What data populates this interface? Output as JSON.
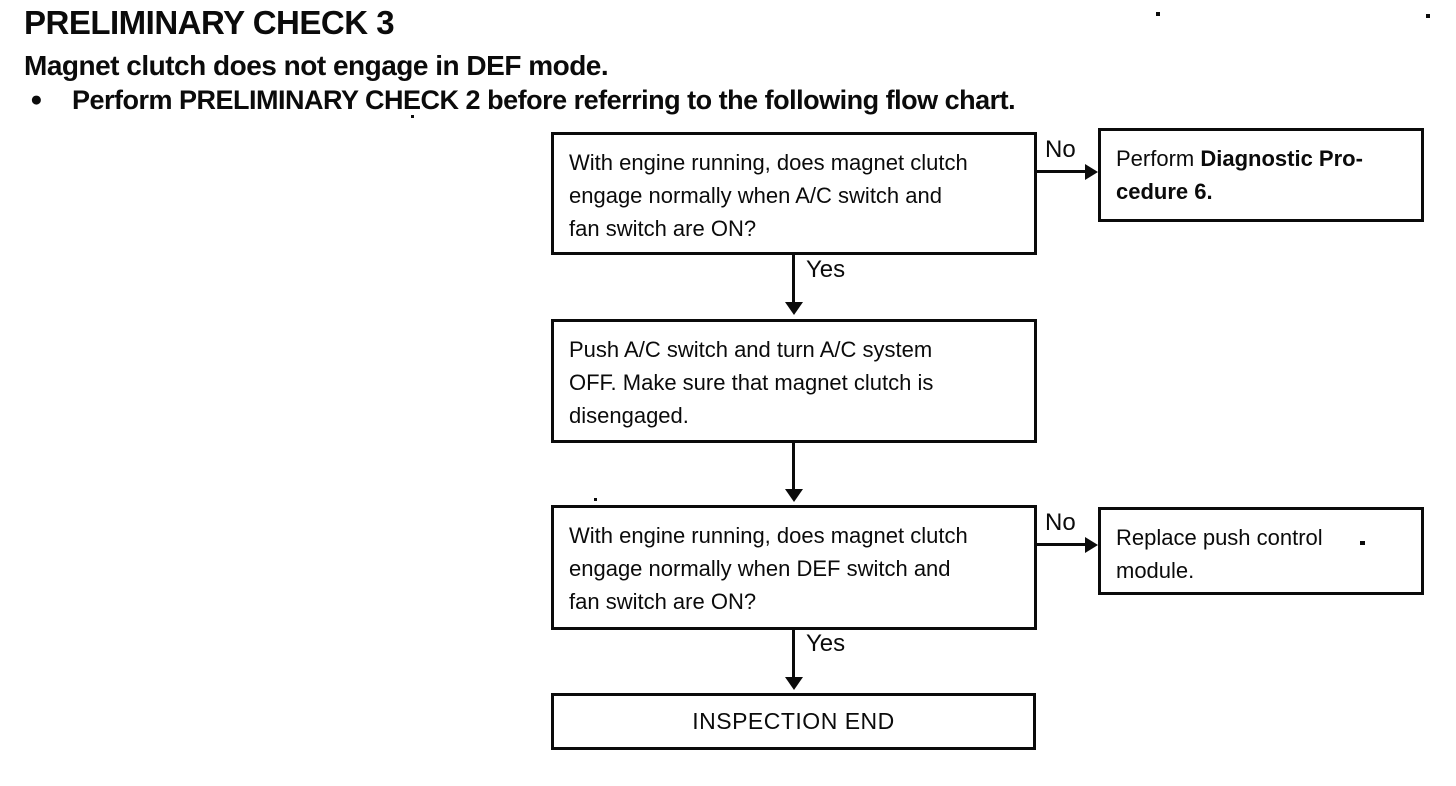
{
  "document": {
    "title": "PRELIMINARY CHECK 3",
    "subtitle": "Magnet clutch does not engage in DEF mode.",
    "bullet_marker": "●",
    "bullet_text": "Perform PRELIMINARY CHECK 2 before referring to the following flow chart."
  },
  "flowchart": {
    "box_q1_lines": [
      "With engine running, does magnet clutch",
      "engage normally when A/C switch and",
      "fan switch are ON?"
    ],
    "label_no_1": "No",
    "box_action1": {
      "prefix": "Perform ",
      "bold_line1": "Diagnostic Pro-",
      "bold_line2": "cedure 6."
    },
    "label_yes_1": "Yes",
    "box_step2_lines": [
      "Push A/C switch and turn A/C system",
      "OFF. Make sure that magnet clutch is",
      "disengaged."
    ],
    "box_q2_lines": [
      "With engine running, does magnet clutch",
      "engage normally when DEF switch and",
      "fan switch are ON?"
    ],
    "label_no_2": "No",
    "box_action2_lines": [
      "Replace push control",
      "module."
    ],
    "label_yes_2": "Yes",
    "box_end": "INSPECTION END"
  },
  "colors": {
    "ink": "#0b0b0b",
    "paper": "#ffffff"
  }
}
